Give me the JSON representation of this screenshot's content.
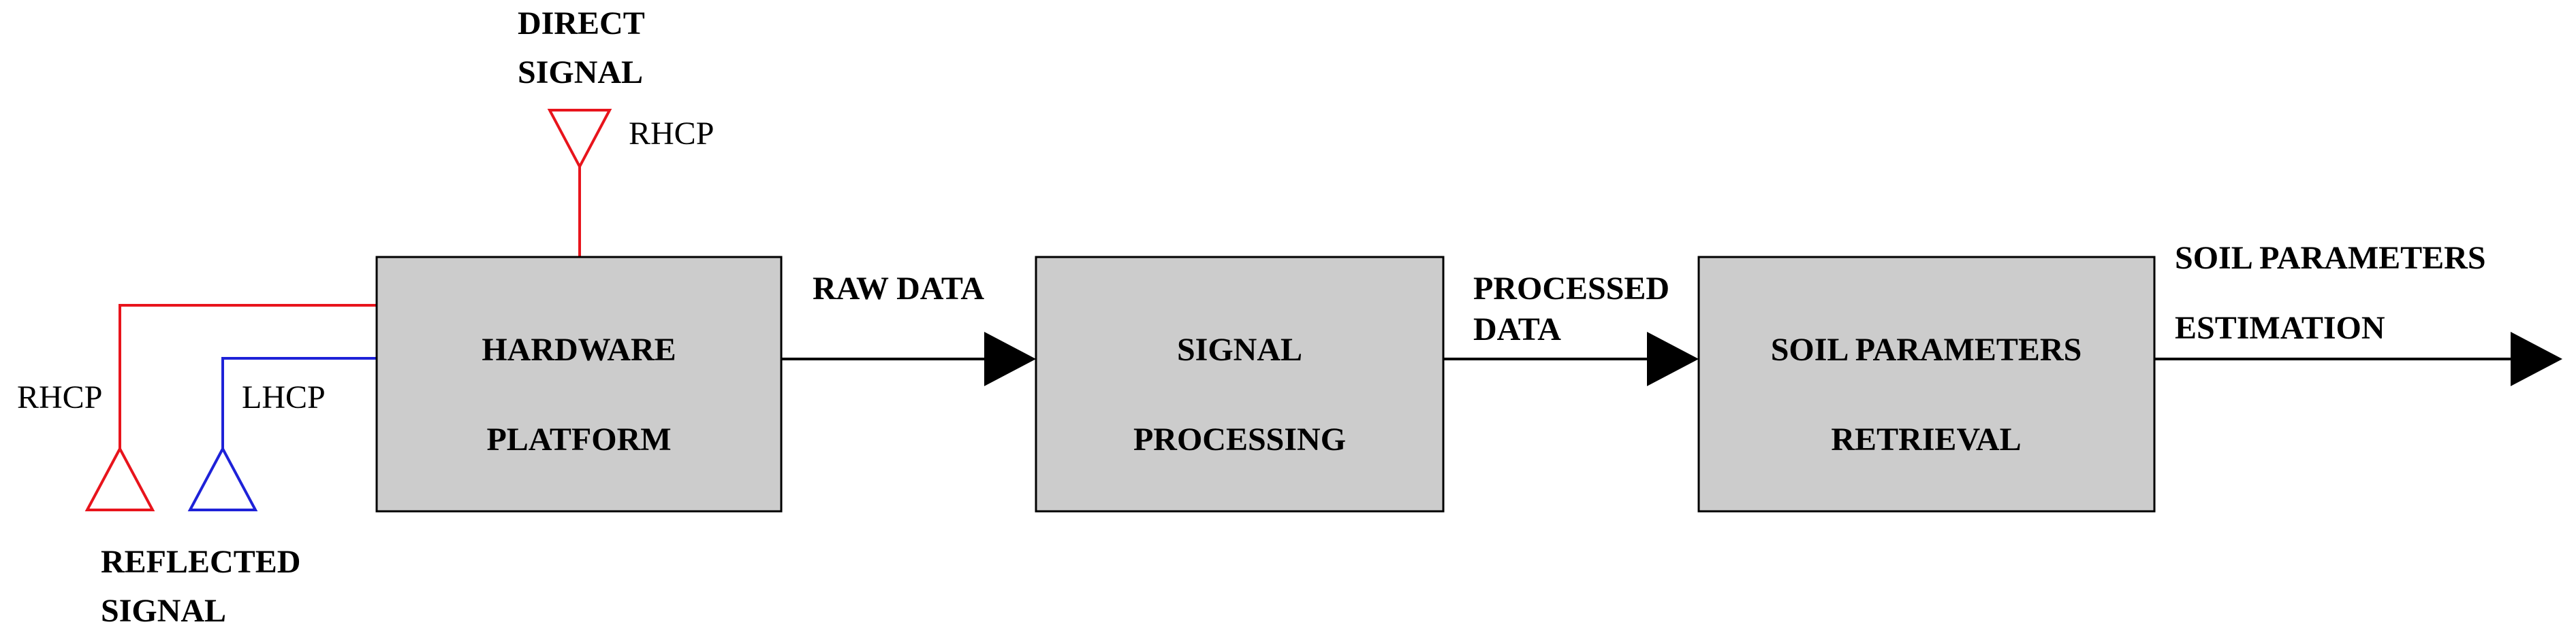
{
  "direct_signal": {
    "line1": "DIRECT",
    "line2": "SIGNAL",
    "polarization": "RHCP"
  },
  "reflected_signal": {
    "line1": "REFLECTED",
    "line2": "SIGNAL",
    "rhcp_label": "RHCP",
    "lhcp_label": "LHCP"
  },
  "blocks": {
    "hardware": {
      "line1": "HARDWARE",
      "line2": "PLATFORM"
    },
    "signal_processing": {
      "line1": "SIGNAL",
      "line2": "PROCESSING"
    },
    "retrieval": {
      "line1": "SOIL PARAMETERS",
      "line2": "RETRIEVAL"
    }
  },
  "arrows": {
    "raw_data": "RAW DATA",
    "processed_data": {
      "line1": "PROCESSED",
      "line2": "DATA"
    },
    "output": {
      "line1": "SOIL PARAMETERS",
      "line2": "ESTIMATION"
    }
  },
  "colors": {
    "rhcp": "#e8141c",
    "lhcp": "#1e22d8",
    "block_fill": "#cccccc"
  }
}
